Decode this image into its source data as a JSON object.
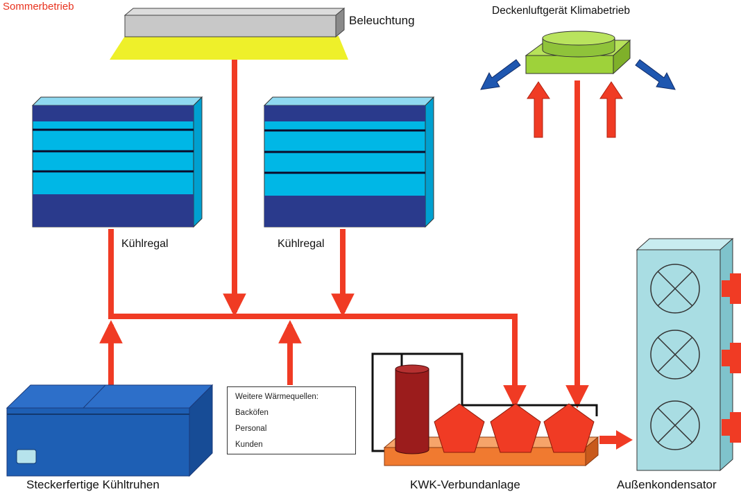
{
  "mode": {
    "title": "Sommerbetrieb"
  },
  "labels": {
    "lighting": "Beleuchtung",
    "ceiling_unit": "Deckenluftgerät Klimabetrieb",
    "shelf_left": "Kühlregal",
    "shelf_right": "Kühlregal",
    "freezers": "Steckerfertige Kühltruhen",
    "compound_system": "KWK-Verbundanlage",
    "condenser": "Außenkondensator"
  },
  "heat_sources": {
    "title": "Weitere Wärmequellen:",
    "items": [
      "Backöfen",
      "Personal",
      "Kunden"
    ]
  },
  "colors": {
    "flow_arrow": "#f03b24",
    "shelf_light": "#00b7e6",
    "shelf_dark": "#2a3a8c",
    "lighting_body": "#c8c8c8",
    "lighting_glow": "#eef02a",
    "ceiling_unit": "#9ed23a",
    "air_out": "#1f57b0",
    "freezer": "#1e5fb4",
    "compressor": "#f03b24",
    "receiver": "#9b1c1c",
    "base_plate": "#f07a30",
    "condenser": "#a9dde3"
  },
  "icons": [
    "fan-icon",
    "flow-arrow",
    "air-outlet-arrow"
  ]
}
